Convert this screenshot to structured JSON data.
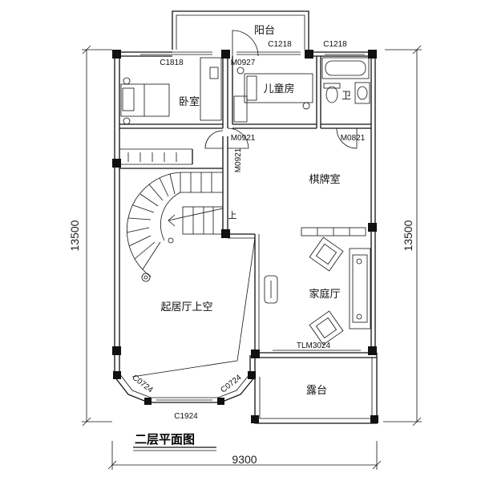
{
  "title": "二层平面图",
  "rooms": {
    "balcony": "阳台",
    "bedroom": "卧室",
    "kids_room": "儿童房",
    "bathroom": "卫",
    "chess_room": "棋牌室",
    "family_room": "家庭厅",
    "living_void": "起居厅上空",
    "terrace": "露台"
  },
  "codes": {
    "c1818": "C1818",
    "m0927": "M0927",
    "c1218_a": "C1218",
    "c1218_b": "C1218",
    "m0921_a": "M0921",
    "m0921_b": "M0921",
    "m0821": "M0821",
    "tlm3024": "TLM3024",
    "c0724_a": "C0724",
    "c0724_b": "C0724",
    "c1924": "C1924"
  },
  "stair_up": "上",
  "dimensions": {
    "height_left": "13500",
    "height_right": "13500",
    "width": "9300"
  }
}
